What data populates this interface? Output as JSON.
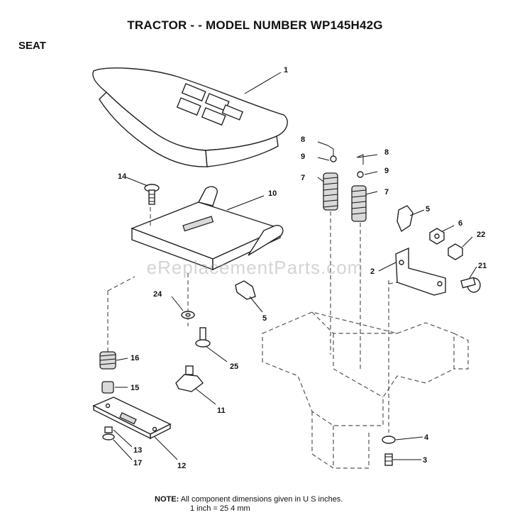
{
  "title": "TRACTOR - - MODEL NUMBER WP145H42G",
  "section": "SEAT",
  "watermark": "eReplacementParts.com",
  "note": {
    "label": "NOTE:",
    "line1": "All component  dimensions given in U S  inches.",
    "line2": "1 inch = 25 4 mm"
  },
  "callouts": {
    "c1": "1",
    "c2": "2",
    "c3": "3",
    "c4": "4",
    "c5a": "5",
    "c5b": "5",
    "c6": "6",
    "c7a": "7",
    "c7b": "7",
    "c8a": "8",
    "c8b": "8",
    "c9a": "9",
    "c9b": "9",
    "c10": "10",
    "c11": "11",
    "c12": "12",
    "c13": "13",
    "c14": "14",
    "c15": "15",
    "c16": "16",
    "c17": "17",
    "c21": "21",
    "c22": "22",
    "c24": "24",
    "c25": "25"
  }
}
